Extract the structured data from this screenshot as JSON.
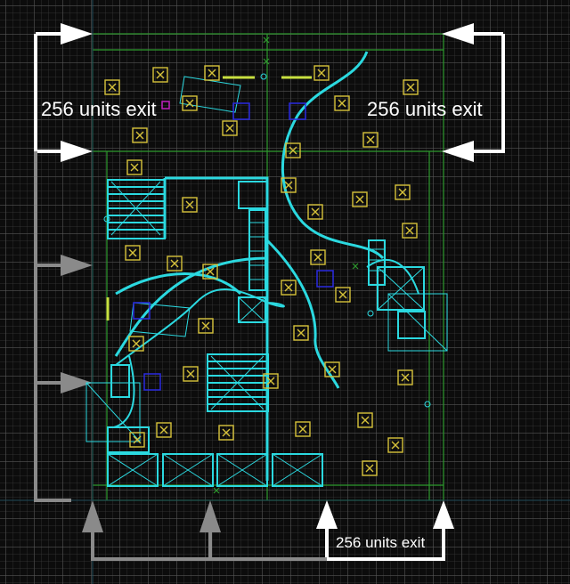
{
  "viewport": {
    "name": "2D top-down map editor viewport",
    "colors": {
      "background": "#0c0c0c",
      "grid": "#4a4a4a",
      "brush_outline": "#2bd9e0",
      "entity_box": "#d6c23a",
      "boundary": "#2e9a2e",
      "arrow": "#ffffff",
      "arrow_dim": "#8a8a8a",
      "marker_blue": "#2a2ae0",
      "marker_magenta": "#c020c0"
    }
  },
  "annotations": {
    "left_exit_label": "256 units exit",
    "right_exit_label": "256 units exit",
    "bottom_exit_label": "256 units exit"
  }
}
